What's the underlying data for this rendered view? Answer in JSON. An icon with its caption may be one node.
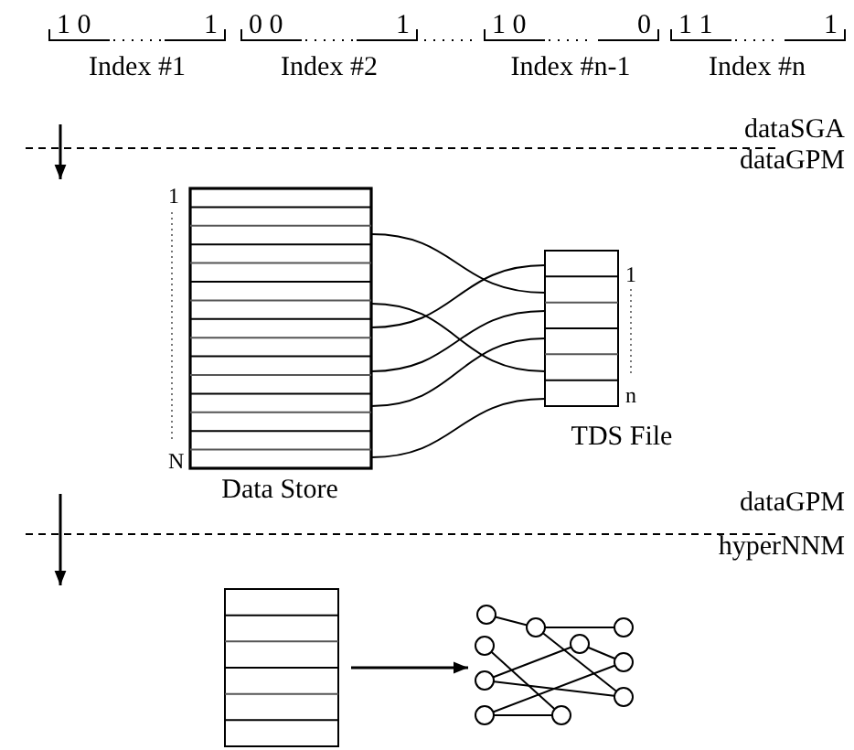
{
  "diagram": {
    "nodes": [
      {
        "text": [
          "Data Store"
        ],
        "beside": [
          "1",
          "N"
        ]
      },
      {
        "text": [
          "TDS File"
        ],
        "beside": [
          "1",
          "n"
        ]
      },
      {
        "text": [],
        "shape": "table"
      },
      {
        "text": [],
        "shape": "network"
      }
    ],
    "edges": [
      {
        "from": 0,
        "to": 1,
        "arrow": "none"
      },
      {
        "from": 0,
        "to": 1,
        "arrow": "none"
      },
      {
        "from": 0,
        "to": 1,
        "arrow": "none"
      },
      {
        "from": 0,
        "to": 1,
        "arrow": "none"
      },
      {
        "from": 0,
        "to": 1,
        "arrow": "none"
      },
      {
        "from": 0,
        "to": 1,
        "arrow": "none"
      },
      {
        "from": 2,
        "to": 3,
        "arrow": "to"
      }
    ],
    "labels": [
      "1 0",
      "1",
      "0 0",
      "1",
      "1 0",
      "0",
      "1 1",
      "1",
      "Index #1",
      "Index #2",
      "Index #n-1",
      "Index #n",
      "dataSGA",
      "dataGPM",
      "dataGPM",
      "hyperNNM"
    ]
  }
}
